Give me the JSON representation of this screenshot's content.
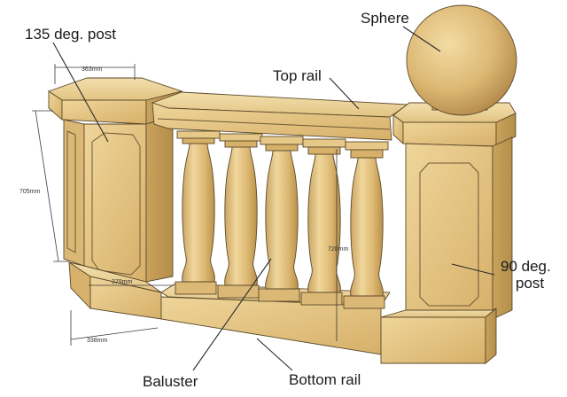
{
  "labels": {
    "post_135": "135 deg. post",
    "sphere": "Sphere",
    "top_rail": "Top rail",
    "post_90_line1": "90 deg.",
    "post_90_line2": "post",
    "baluster": "Baluster",
    "bottom_rail": "Bottom rail"
  },
  "dimensions": {
    "top_width": "363mm",
    "height": "705mm",
    "inner_width": "279mm",
    "base_width": "338mm",
    "rail_height": "720mm"
  },
  "colors": {
    "stone_light": "#e8cc8c",
    "stone_mid": "#d9b670",
    "stone_dark": "#b8944e",
    "edge": "#5b4a2a"
  }
}
